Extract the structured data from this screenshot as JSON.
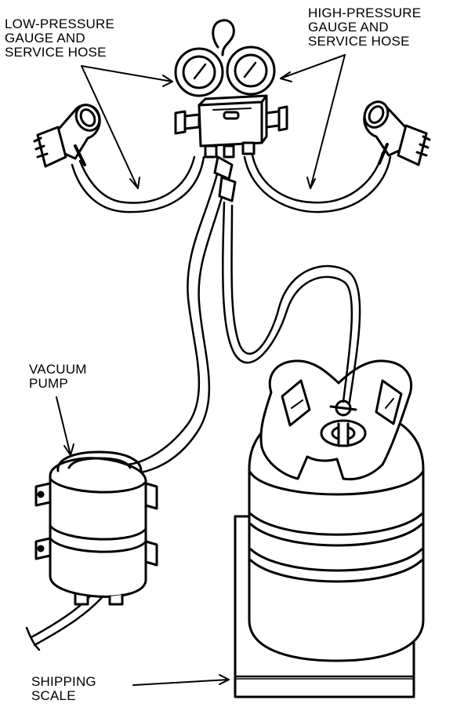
{
  "labels": {
    "low_pressure": [
      "LOW-PRESSURE",
      "GAUGE AND",
      "SERVICE HOSE"
    ],
    "high_pressure": [
      "HIGH-PRESSURE",
      "GAUGE AND",
      "SERVICE HOSE"
    ],
    "vacuum_pump": [
      "VACUUM",
      "PUMP"
    ],
    "shipping_scale": [
      "SHIPPING",
      "SCALE"
    ]
  },
  "colors": {
    "ink": "#000000",
    "paper": "#ffffff"
  }
}
